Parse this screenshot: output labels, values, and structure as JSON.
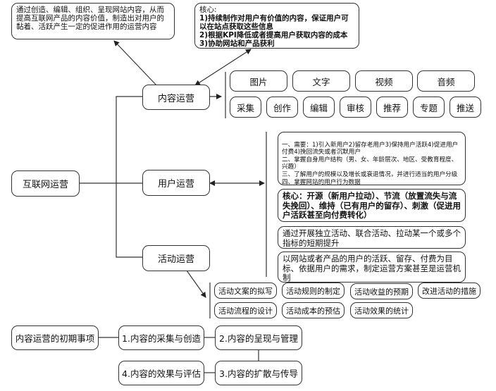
{
  "root": {
    "label": "互联网运营"
  },
  "branches": {
    "content": {
      "label": "内容运营"
    },
    "user": {
      "label": "用户运营"
    },
    "activity": {
      "label": "活动运营"
    }
  },
  "content_definition": "通过创造、编辑、组织、呈现网站内容，从而提高互联网产品的内容价值，制造出对用户的黏着、活跃产生一定的促进作用的运营内容",
  "content_core": {
    "title": "核心:",
    "lines": [
      "1)持续制作对用户有价值的内容，保证用户可以在站点获取这些信息",
      "2)根据KPI降低或者提高用户获取内容的成本",
      "3)协助网站和产品获利"
    ]
  },
  "content_types": [
    "图片",
    "文字",
    "视频",
    "音频"
  ],
  "content_steps": [
    "采集",
    "创作",
    "编辑",
    "审核",
    "推荐",
    "专题",
    "推送"
  ],
  "user_notes": [
    "一、需要：1)引入新用户2)留存老用户3)保持用户活跃4)促进用户付费4)挽回流失或者沉默用户\n二、掌握自身用户结构（男、女、年龄层次、地区、受教育程度、兴趣）\n三、了解用户的规模以及增长或衰退情况，并进行适当的用户分级\n四、掌握网站的用户行为数据",
    "核心：开源（新用户拉动）、节流（放置流失与流失挽回）、维持（已有用户的留存）、刺激（促进用户活跃甚至向付费转化）",
    "通过开展独立活动、联合活动、拉动某一个或多个指标的短期提升",
    "以网站或者产品的用户的活跃、留存、付费为目标、依据用户的需求，制定运营方案甚至是运营机制"
  ],
  "activity_items_row1": [
    "活动文案的拟写",
    "活动规则的制定",
    "活动收益的预期",
    "改进活动的措施"
  ],
  "activity_items_row2": [
    "活动流程的设计",
    "活动成本的预估",
    "活动效果的统计"
  ],
  "early_stage": {
    "title": "内容运营的初期事项",
    "steps": [
      "1.内容的采集与创造",
      "2.内容的呈现与管理",
      "3.内容的扩散与传导",
      "4.内容的效果与评估"
    ]
  }
}
